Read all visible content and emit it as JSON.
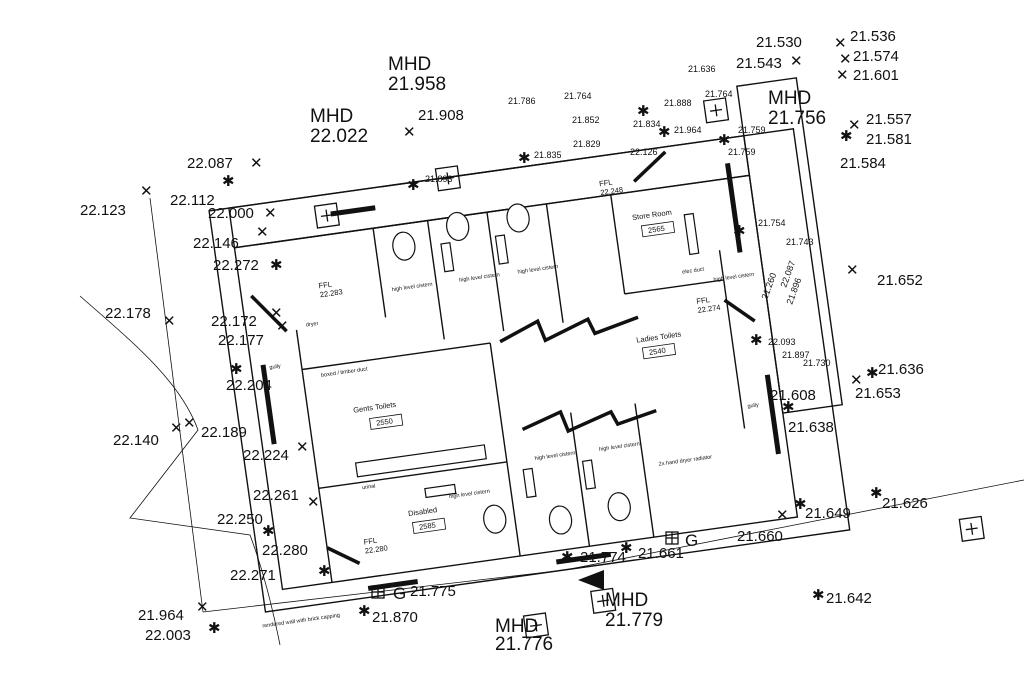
{
  "plan": {
    "mhd_label": "MHD",
    "g_label": "G",
    "mhd": [
      {
        "value": "21.958"
      },
      {
        "value": "22.022"
      },
      {
        "value": "21.756"
      },
      {
        "value": "21.779"
      },
      {
        "value": "21.776"
      }
    ],
    "levels": [
      "22.087",
      "22.123",
      "22.112",
      "22.000",
      "22.146",
      "22.272",
      "22.178",
      "22.172",
      "22.177",
      "22.204",
      "22.140",
      "22.189",
      "22.224",
      "22.261",
      "22.250",
      "22.280",
      "22.271",
      "21.964",
      "22.003",
      "21.870",
      "21.775",
      "21.774",
      "21.661",
      "21.660",
      "21.649",
      "21.626",
      "21.642",
      "21.638",
      "21.608",
      "21.636",
      "21.653",
      "21.652",
      "21.584",
      "21.581",
      "21.557",
      "21.601",
      "21.574",
      "21.536",
      "21.530",
      "21.543",
      "21.636",
      "21.764",
      "21.786",
      "21.908",
      "21.893",
      "21.852",
      "21.834",
      "21.829",
      "21.888",
      "21.764",
      "21.964",
      "21.759",
      "21.759",
      "21.835",
      "22.126",
      "21.754",
      "21.743",
      "21.897",
      "21.730",
      "22.093",
      "21.896",
      "22.087",
      "21.260"
    ],
    "rooms": [
      {
        "name": "Gents Toilets",
        "number": "2550"
      },
      {
        "name": "Store Room",
        "number": "2565"
      },
      {
        "name": "Ladies Toilets",
        "number": "2540"
      },
      {
        "name": "Disabled",
        "number": "2585"
      }
    ],
    "ffl": [
      {
        "label": "FFL",
        "value": "22.283"
      },
      {
        "label": "FFL",
        "value": "22.248"
      },
      {
        "label": "FFL",
        "value": "22.274"
      },
      {
        "label": "FFL",
        "value": "22.280"
      }
    ],
    "notes": {
      "hl1": "high level cistern",
      "hl2": "high level cistern",
      "hl3": "high level cistern",
      "hl4": "high level cistern",
      "hl5": "high level cistern",
      "hl6": "high level cistern",
      "hl7": "high level cistern",
      "dryer": "dryer",
      "gully1": "gully",
      "gully2": "gully",
      "duct": "boxed / timber duct",
      "urinal": "urinal",
      "hand_dryer": "2x hand dryer radiator",
      "elec": "elec duct",
      "wall": "rendered wall with brick capping"
    }
  }
}
